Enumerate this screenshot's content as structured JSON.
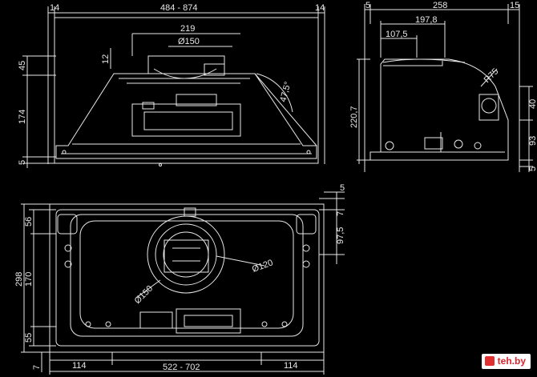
{
  "dimensions": {
    "front": {
      "overall_width": "484 - 874",
      "edge_left": "14",
      "edge_right": "14",
      "offset_219": "219",
      "outlet_diameter": "Ø150",
      "top_height": "45",
      "sub_offset": "12",
      "body_height": "174",
      "bottom_height": "5",
      "angle": "47,5°"
    },
    "side": {
      "depth": "258",
      "edge_left": "5",
      "edge_right": "15",
      "dim_197": "197,8",
      "dim_107": "107,5",
      "radius": "R75",
      "total_height": "220,7",
      "dim_40": "40",
      "dim_93": "93",
      "dim_5": "5"
    },
    "bottom": {
      "total_depth": "298",
      "dim_56": "56",
      "dim_170": "170",
      "dim_55": "55",
      "dim_7_top": "7",
      "dim_7_bottom": "7",
      "dim_5": "5",
      "dim_97": "97,5",
      "circle_120": "Ø120",
      "circle_150": "Ø150",
      "left_margin": "114",
      "right_margin": "114",
      "overall_width": "522 - 702"
    }
  },
  "watermark": "teh.by"
}
